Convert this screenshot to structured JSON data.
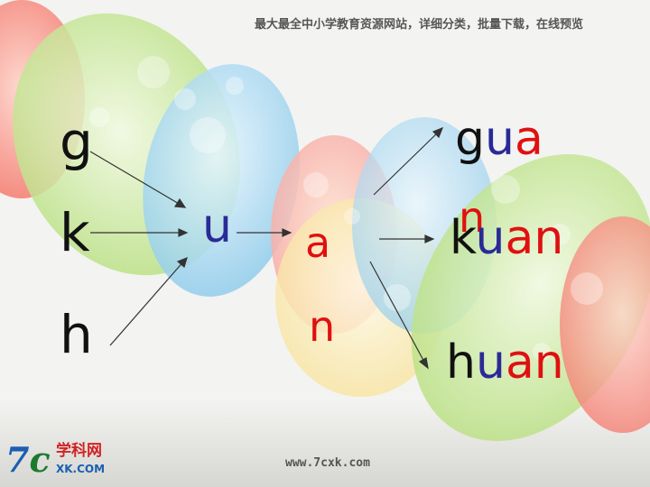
{
  "header": {
    "site_slogan": "最大最全中小学教育资源网站，详细分类，批量下载，在线预览"
  },
  "initials": [
    "g",
    "k",
    "h"
  ],
  "medial": "u",
  "final_parts": [
    "a",
    "n"
  ],
  "syllables": [
    {
      "initial": "g",
      "medial": "u",
      "final": "a",
      "final_tail": "n"
    },
    {
      "initial": "k",
      "medial": "u",
      "final": "an"
    },
    {
      "initial": "h",
      "medial": "u",
      "final": "an"
    }
  ],
  "footer": {
    "url": "www.7cxk.com"
  },
  "logo": {
    "mark_a": "7",
    "mark_b": "c",
    "name_cn": "学科网",
    "name_en": "XK.COM"
  },
  "colors": {
    "initial_text": "#111111",
    "medial_text": "#2a2a96",
    "final_text": "#e01010"
  }
}
